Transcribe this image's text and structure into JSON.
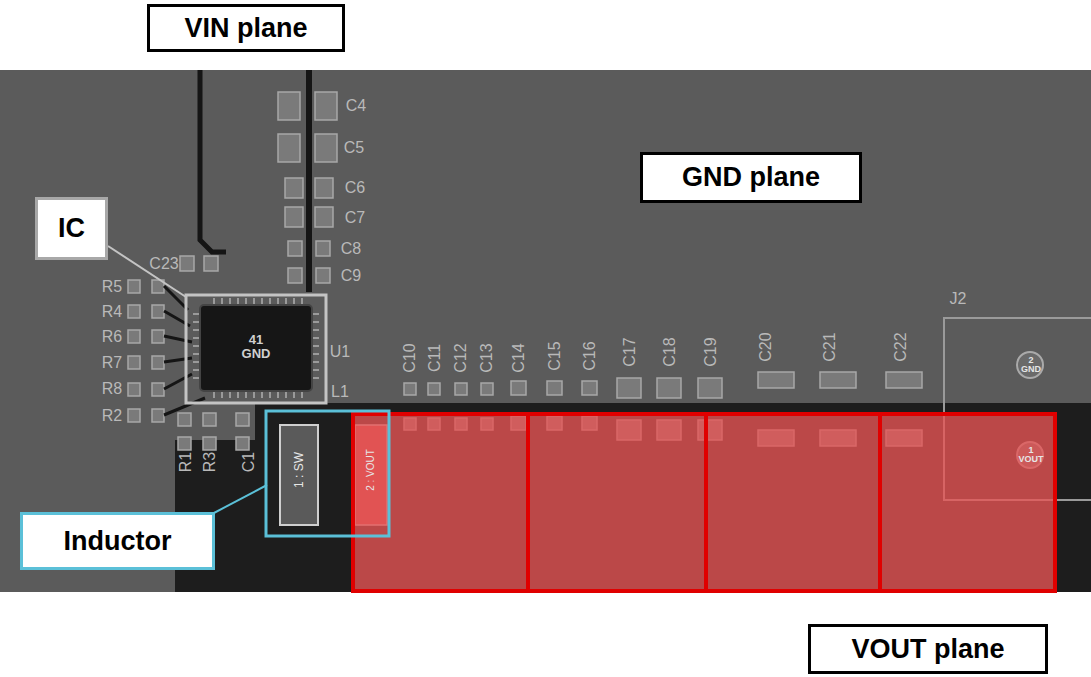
{
  "diagram": {
    "nodes": [
      {
        "text": [
          "VIN plane"
        ]
      },
      {
        "text": [
          "GND plane"
        ]
      },
      {
        "text": [
          "IC"
        ]
      },
      {
        "text": [
          "Inductor"
        ]
      },
      {
        "text": [
          "VOUT plane"
        ]
      }
    ],
    "labels": [
      "C4",
      "C5",
      "C6",
      "C7",
      "C8",
      "C9",
      "C23",
      "R5",
      "R4",
      "R6",
      "R7",
      "R8",
      "R2",
      "41 GND",
      "U1",
      "L1",
      "C10",
      "C11",
      "C12",
      "C13",
      "C14",
      "C15",
      "C16",
      "C17",
      "C18",
      "C19",
      "C20",
      "C21",
      "C22",
      "R1",
      "R3",
      "C1",
      "1 : SW",
      "2 : VOUT",
      "J2",
      "2 GND",
      "1 VOUT"
    ]
  }
}
